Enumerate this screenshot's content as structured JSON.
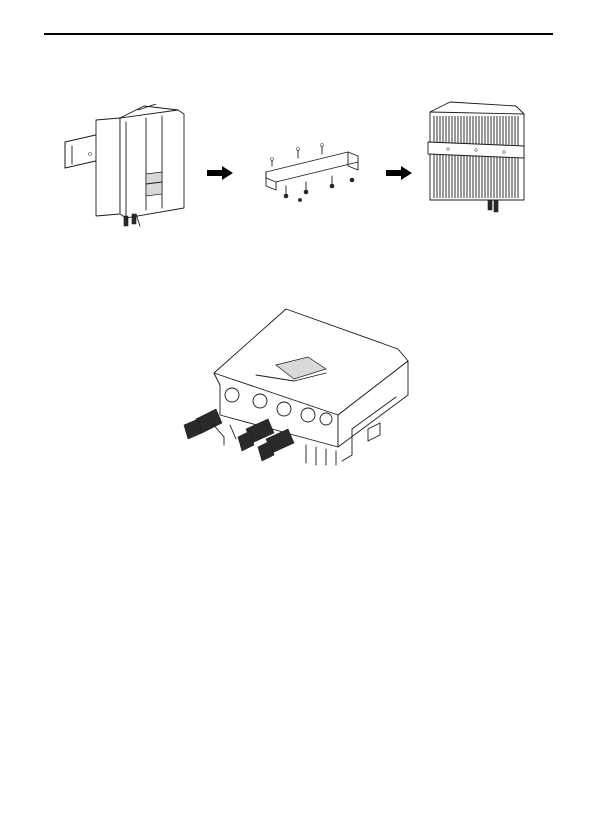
{
  "page": {
    "header_rule": "",
    "figures": [
      {
        "id": "step-1",
        "subject": "inverter-side-with-bracket"
      },
      {
        "id": "step-2",
        "subject": "bracket-and-screws"
      },
      {
        "id": "step-3",
        "subject": "inverter-rear-with-bracket"
      },
      {
        "id": "step-4",
        "subject": "inverter-bottom-connectors"
      }
    ],
    "arrows": [
      "arrow-right-icon",
      "arrow-right-icon"
    ]
  }
}
